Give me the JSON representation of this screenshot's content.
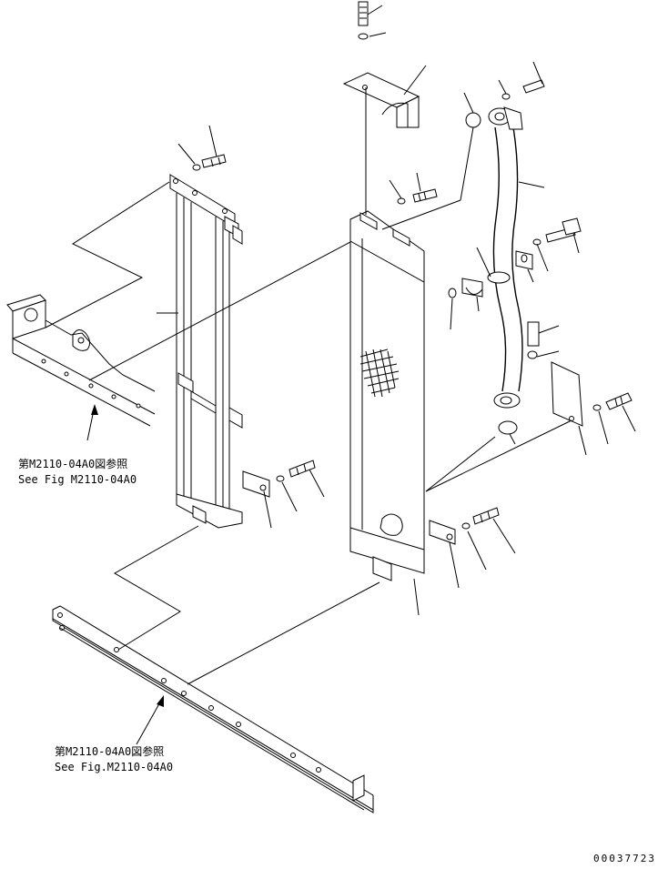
{
  "references": {
    "upper_jp": "第M2110-04A0図参照",
    "upper_en": "See Fig M2110-04A0",
    "lower_jp": "第M2110-04A0図参照",
    "lower_en": "See Fig.M2110-04A0"
  },
  "document_number": "00037723"
}
